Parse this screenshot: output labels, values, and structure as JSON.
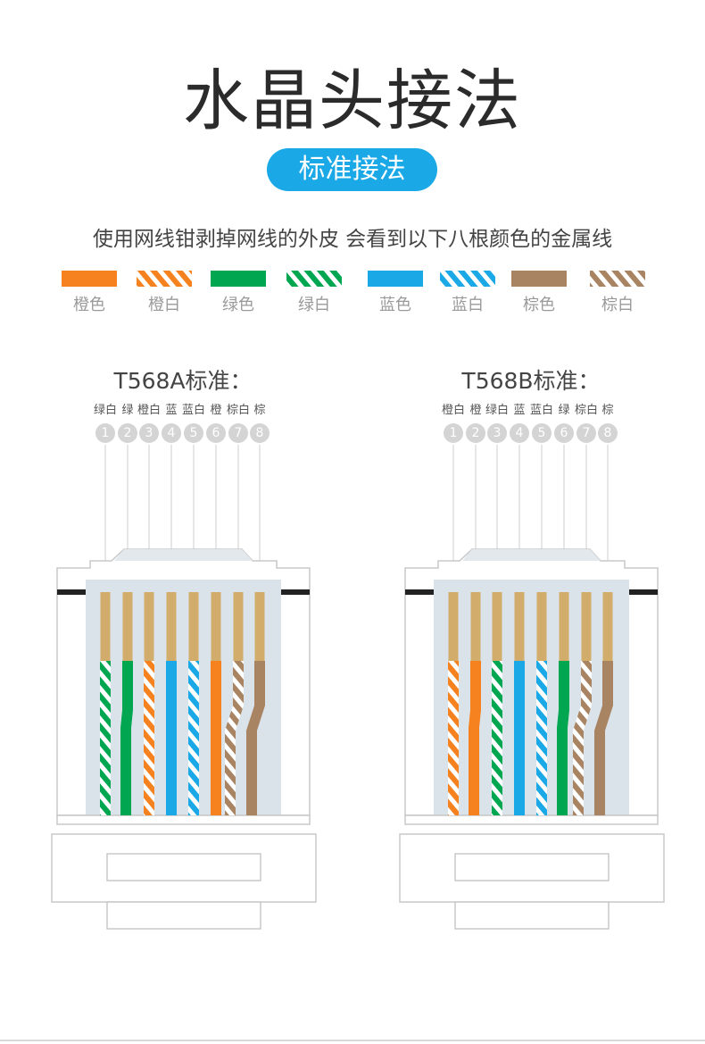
{
  "page": {
    "title": "水晶头接法",
    "badge": "标准接法",
    "description": "使用网线钳剥掉网线的外皮 会看到以下八根颜色的金属线"
  },
  "colors": {
    "orange": "#f5821f",
    "green": "#00a650",
    "blue": "#1aa8e6",
    "brown": "#a98462",
    "accent": "#1aa8e6",
    "copper": "#d2ac6b"
  },
  "swatches": [
    {
      "label": "橙色",
      "color": "orange",
      "striped": false
    },
    {
      "label": "橙白",
      "color": "orange",
      "striped": true
    },
    {
      "label": "绿色",
      "color": "green",
      "striped": false
    },
    {
      "label": "绿白",
      "color": "green",
      "striped": true
    },
    {
      "label": "蓝色",
      "color": "blue",
      "striped": false
    },
    {
      "label": "蓝白",
      "color": "blue",
      "striped": true
    },
    {
      "label": "棕色",
      "color": "brown",
      "striped": false
    },
    {
      "label": "棕白",
      "color": "brown",
      "striped": true
    }
  ],
  "standards": [
    {
      "title": "T568A标准：",
      "pins": [
        {
          "num": "1",
          "label": "绿白",
          "color": "green",
          "striped": true
        },
        {
          "num": "2",
          "label": "绿",
          "color": "green",
          "striped": false
        },
        {
          "num": "3",
          "label": "橙白",
          "color": "orange",
          "striped": true
        },
        {
          "num": "4",
          "label": "蓝",
          "color": "blue",
          "striped": false
        },
        {
          "num": "5",
          "label": "蓝白",
          "color": "blue",
          "striped": true
        },
        {
          "num": "6",
          "label": "橙",
          "color": "orange",
          "striped": false
        },
        {
          "num": "7",
          "label": "棕白",
          "color": "brown",
          "striped": true
        },
        {
          "num": "8",
          "label": "棕",
          "color": "brown",
          "striped": false
        }
      ]
    },
    {
      "title": "T568B标准：",
      "pins": [
        {
          "num": "1",
          "label": "橙白",
          "color": "orange",
          "striped": true
        },
        {
          "num": "2",
          "label": "橙",
          "color": "orange",
          "striped": false
        },
        {
          "num": "3",
          "label": "绿白",
          "color": "green",
          "striped": true
        },
        {
          "num": "4",
          "label": "蓝",
          "color": "blue",
          "striped": false
        },
        {
          "num": "5",
          "label": "蓝白",
          "color": "blue",
          "striped": true
        },
        {
          "num": "6",
          "label": "绿",
          "color": "green",
          "striped": false
        },
        {
          "num": "7",
          "label": "棕白",
          "color": "brown",
          "striped": true
        },
        {
          "num": "8",
          "label": "棕",
          "color": "brown",
          "striped": false
        }
      ]
    }
  ]
}
